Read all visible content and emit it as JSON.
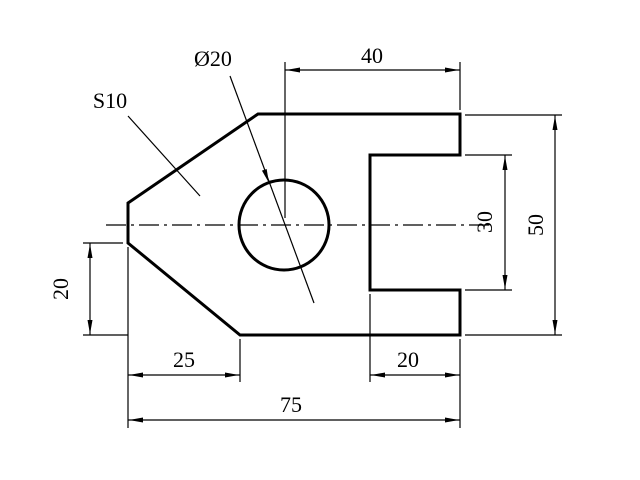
{
  "drawing": {
    "background_color": "#ffffff",
    "line_color": "#000000",
    "annotations": {
      "hole_diameter_label": "Ø20",
      "surface_note_label": "S10"
    },
    "dimensions": {
      "top_width": "40",
      "overall_height": "50",
      "notch_height": "30",
      "left_flat_height": "20",
      "bottom_left_width": "25",
      "notch_width": "20",
      "overall_width": "75"
    }
  }
}
